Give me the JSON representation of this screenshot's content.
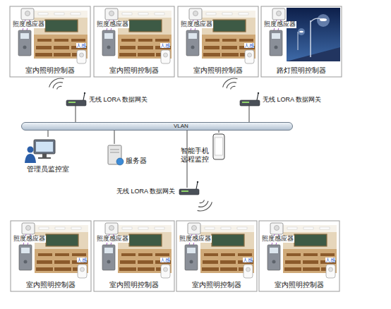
{
  "diagram": {
    "nodes": [
      {
        "text": [
          "照度感应器",
          "人感",
          "室内照明控制器"
        ]
      },
      {
        "text": [
          "照度感应器",
          "人感",
          "室内照明控制器"
        ]
      },
      {
        "text": [
          "照度感应器",
          "人感",
          "室内照明控制器"
        ]
      },
      {
        "text": [
          "照度感应器",
          "路灯照明控制器"
        ]
      },
      {
        "text": [
          "无线 LORA 数据网关"
        ]
      },
      {
        "text": [
          "无线 LORA 数据网关"
        ]
      },
      {
        "text": [
          "VLAN"
        ]
      },
      {
        "text": [
          "管理员监控室"
        ]
      },
      {
        "text": [
          "服务器"
        ]
      },
      {
        "text": [
          "智能手机 远程监控"
        ]
      },
      {
        "text": [
          "无线 LORA 数据网关"
        ]
      },
      {
        "text": [
          "照度感应器",
          "人感",
          "室内照明控制器"
        ]
      },
      {
        "text": [
          "照度感应器",
          "人感",
          "室内照明控制器"
        ]
      },
      {
        "text": [
          "照度感应器",
          "人感",
          "室内照明控制器"
        ]
      },
      {
        "text": [
          "照度感应器",
          "人感",
          "室内照明控制器"
        ]
      }
    ],
    "edges": [
      {
        "from": 4,
        "to": 6,
        "arrow": "none"
      },
      {
        "from": 5,
        "to": 6,
        "arrow": "none"
      },
      {
        "from": 7,
        "to": 6,
        "arrow": "none"
      },
      {
        "from": 8,
        "to": 6,
        "arrow": "none"
      },
      {
        "from": 9,
        "to": 6,
        "arrow": "none"
      },
      {
        "from": 10,
        "to": 6,
        "arrow": "none"
      }
    ]
  }
}
